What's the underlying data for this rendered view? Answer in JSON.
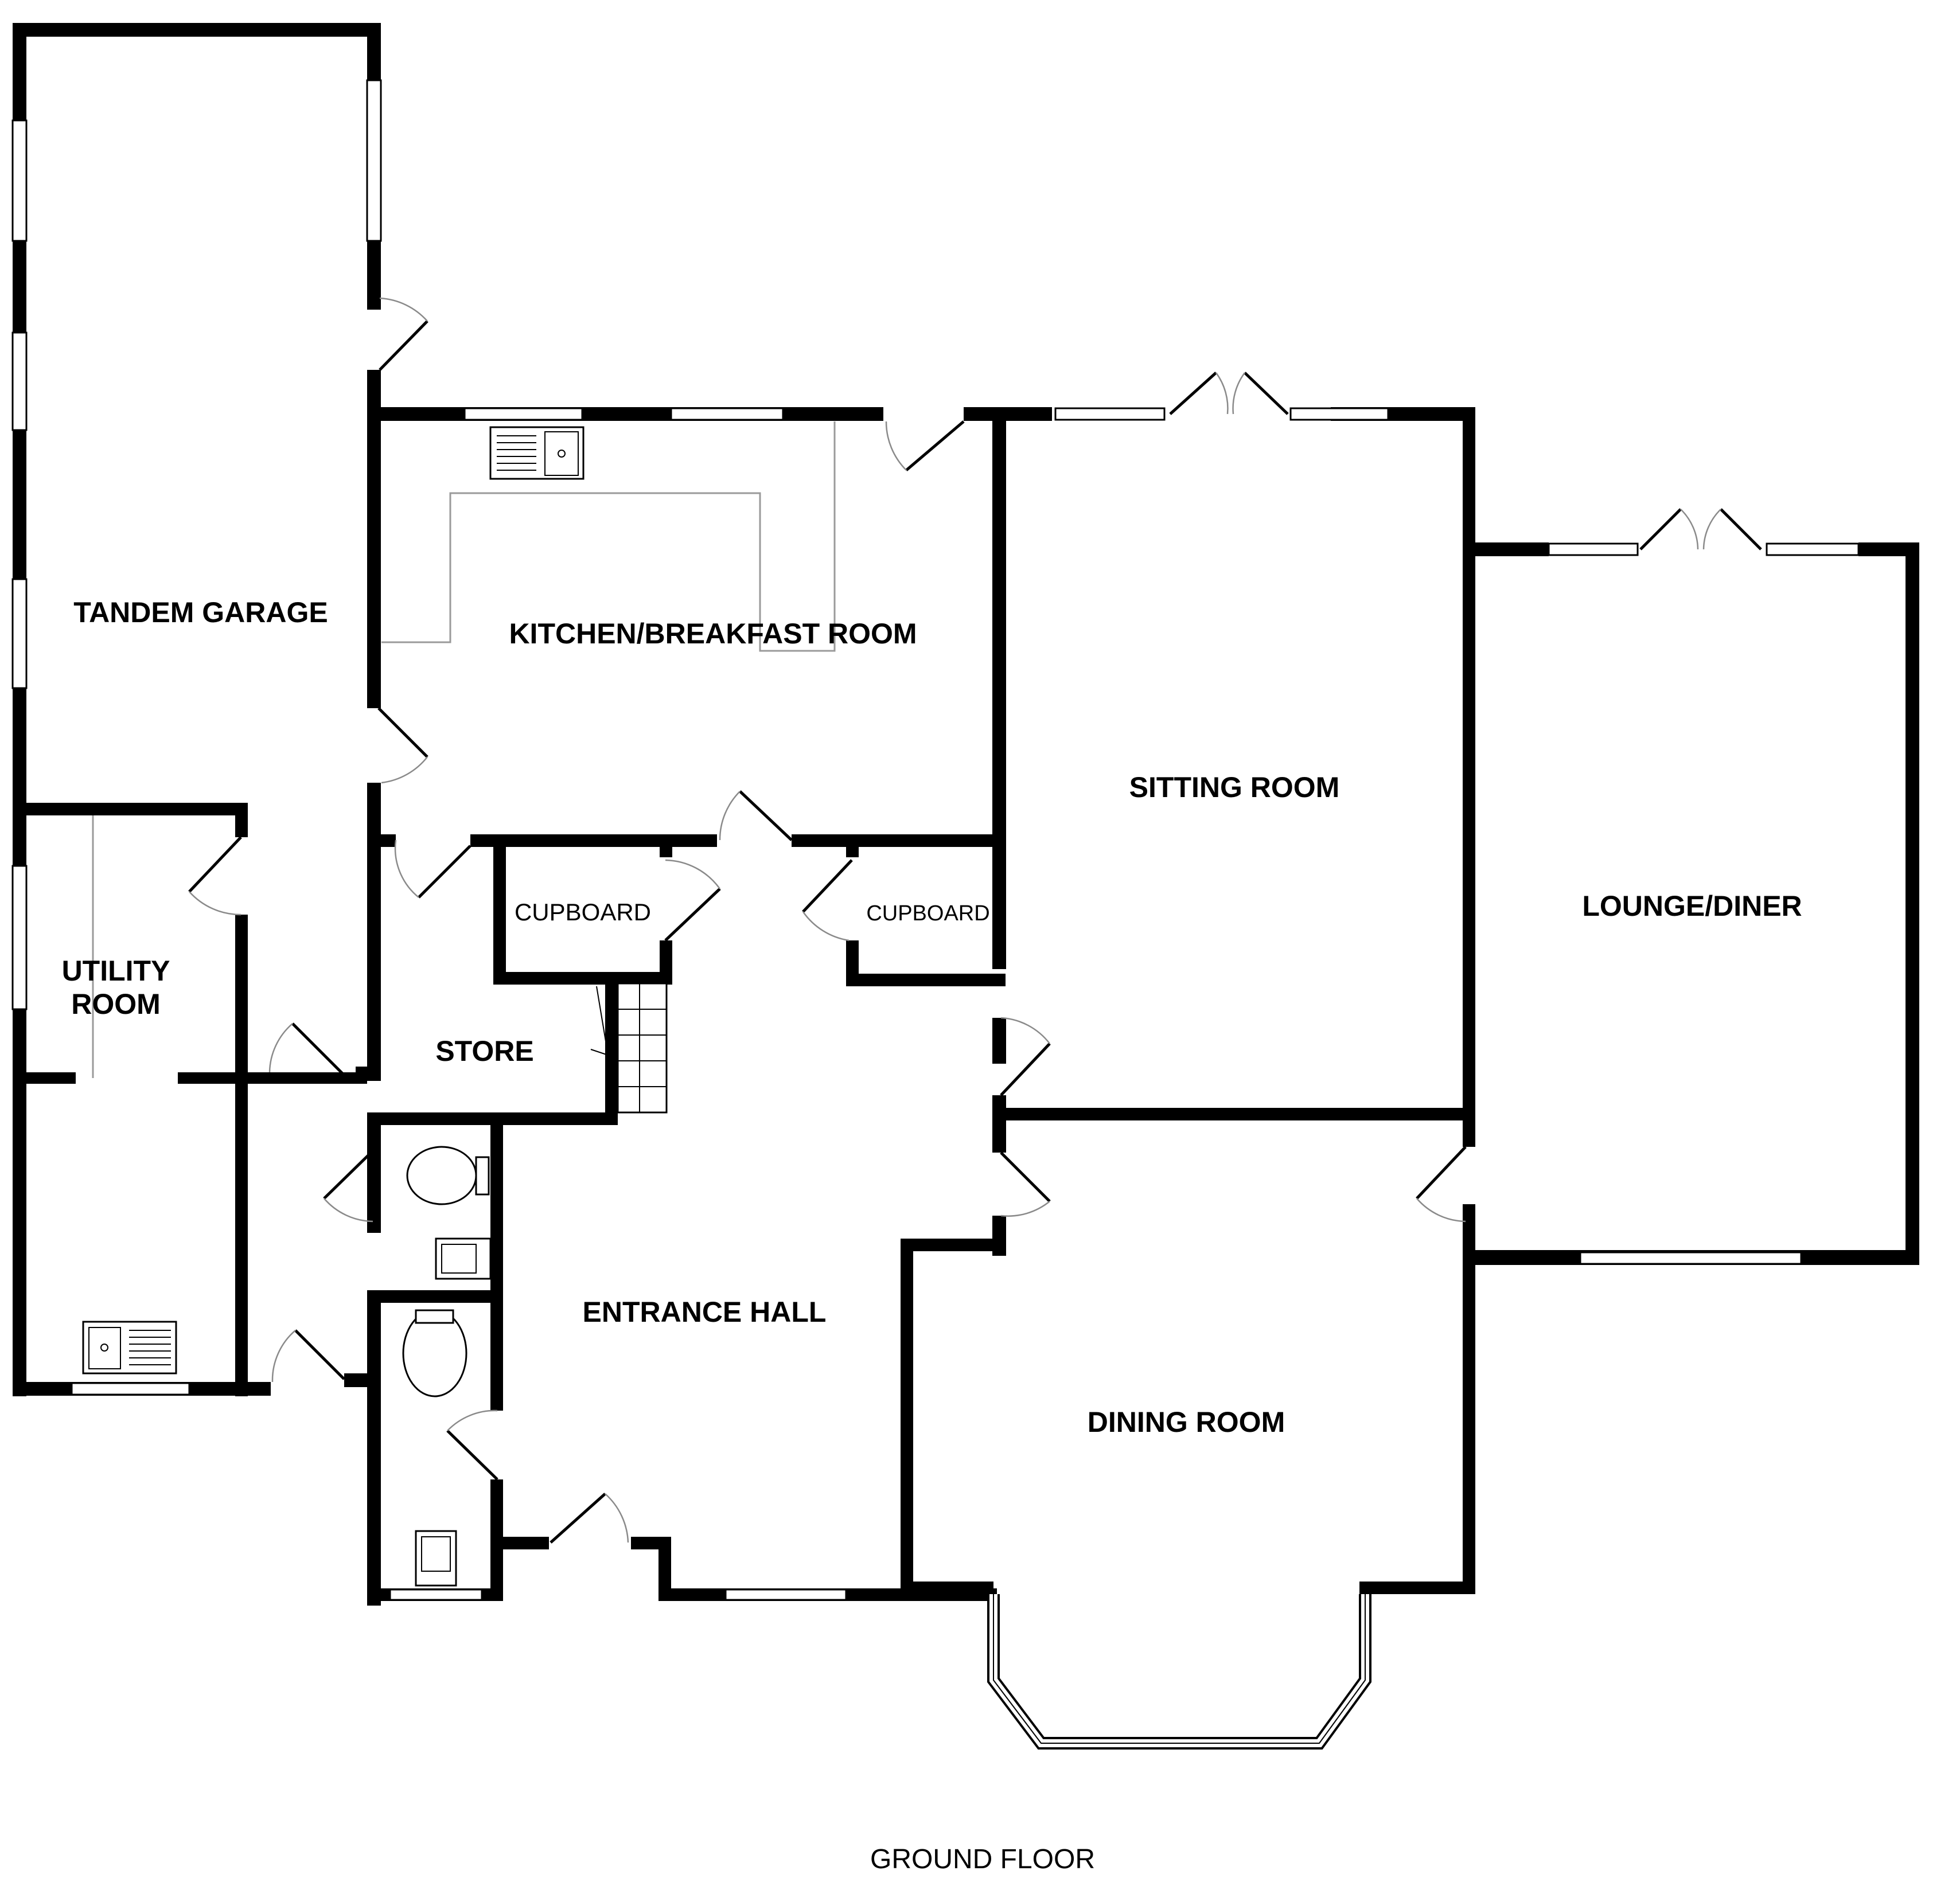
{
  "floor_label": "GROUND FLOOR",
  "rooms": {
    "tandem_garage": "TANDEM GARAGE",
    "kitchen": "KITCHEN/BREAKFAST ROOM",
    "sitting_room": "SITTING ROOM",
    "lounge_diner": "LOUNGE/DINER",
    "utility_room_line1": "UTILITY",
    "utility_room_line2": "ROOM",
    "cupboard_left": "CUPBOARD",
    "cupboard_right": "CUPBOARD",
    "store": "STORE",
    "entrance_hall": "ENTRANCE HALL",
    "dining_room": "DINING ROOM"
  },
  "colors": {
    "walls": "#000000",
    "background": "#ffffff",
    "door_swing": "#8a8a8a",
    "worktop": "#9a9a9a"
  }
}
